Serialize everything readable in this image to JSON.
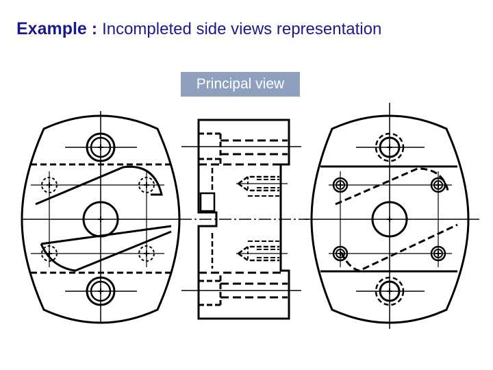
{
  "title": {
    "lead": "Example : ",
    "rest": "Incompleted side views representation"
  },
  "badge": {
    "label": "Principal view"
  },
  "colors": {
    "title": "#1a1a8c",
    "badge_bg": "#8fa0bf",
    "badge_text": "#ffffff",
    "line": "#000000"
  }
}
